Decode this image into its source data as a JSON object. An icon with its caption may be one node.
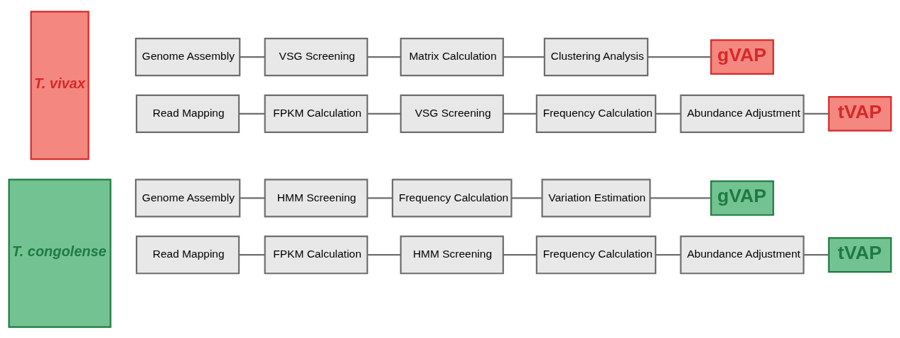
{
  "diagram": {
    "nodes": [
      {
        "text": [
          "T. congolense"
        ]
      },
      {
        "text": [
          "Genome Assembly"
        ]
      },
      {
        "text": [
          "HMM Screening"
        ]
      },
      {
        "text": [
          "Frequency Calculation"
        ]
      },
      {
        "text": [
          "Variation Estimation"
        ]
      },
      {
        "text": [
          "gVAP"
        ]
      },
      {
        "text": [
          "Read Mapping"
        ]
      },
      {
        "text": [
          "FPKM Calculation"
        ]
      },
      {
        "text": [
          "HMM Screening"
        ]
      },
      {
        "text": [
          "Frequency Calculation"
        ]
      },
      {
        "text": [
          "Abundance Adjustment"
        ]
      },
      {
        "text": [
          "tVAP"
        ]
      },
      {
        "text": [
          "T. vivax"
        ]
      },
      {
        "text": [
          "Genome Assembly"
        ]
      },
      {
        "text": [
          "VSG Screening"
        ]
      },
      {
        "text": [
          "Matrix Calculation"
        ]
      },
      {
        "text": [
          "Clustering Analysis"
        ]
      },
      {
        "text": [
          "gVAP"
        ]
      },
      {
        "text": [
          "Read Mapping"
        ]
      },
      {
        "text": [
          "FPKM Calculation"
        ]
      },
      {
        "text": [
          "VSG Screening"
        ]
      },
      {
        "text": [
          "Frequency Calculation"
        ]
      },
      {
        "text": [
          "Abundance Adjustment"
        ]
      },
      {
        "text": [
          "tVAP"
        ]
      }
    ],
    "edges": [
      {
        "from": 1,
        "to": 2,
        "arrow": "none"
      },
      {
        "from": 2,
        "to": 3,
        "arrow": "none"
      },
      {
        "from": 3,
        "to": 4,
        "arrow": "none"
      },
      {
        "from": 4,
        "to": 5,
        "arrow": "none"
      },
      {
        "from": 6,
        "to": 7,
        "arrow": "none"
      },
      {
        "from": 7,
        "to": 8,
        "arrow": "none"
      },
      {
        "from": 8,
        "to": 9,
        "arrow": "none"
      },
      {
        "from": 9,
        "to": 10,
        "arrow": "none"
      },
      {
        "from": 10,
        "to": 11,
        "arrow": "none"
      },
      {
        "from": 13,
        "to": 14,
        "arrow": "none"
      },
      {
        "from": 14,
        "to": 15,
        "arrow": "none"
      },
      {
        "from": 15,
        "to": 16,
        "arrow": "none"
      },
      {
        "from": 16,
        "to": 17,
        "arrow": "none"
      },
      {
        "from": 18,
        "to": 19,
        "arrow": "none"
      },
      {
        "from": 19,
        "to": 20,
        "arrow": "none"
      },
      {
        "from": 20,
        "to": 21,
        "arrow": "none"
      },
      {
        "from": 21,
        "to": 22,
        "arrow": "none"
      },
      {
        "from": 22,
        "to": 23,
        "arrow": "none"
      }
    ]
  }
}
